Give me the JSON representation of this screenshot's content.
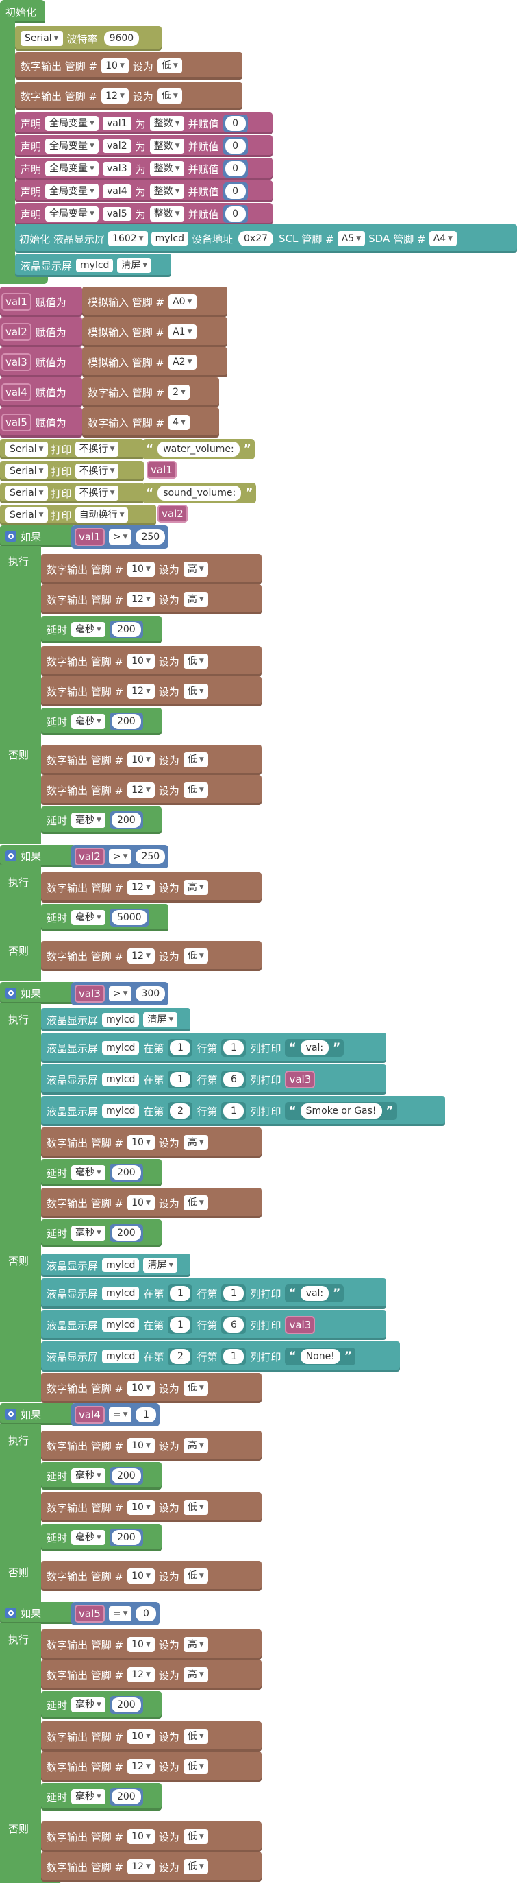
{
  "setup_title": "初始化",
  "serial": {
    "label": "Serial",
    "baud_label": "波特率",
    "baud": "9600"
  },
  "dout": {
    "label": "数字输出 管脚 #",
    "set": "设为"
  },
  "level": {
    "high": "高",
    "low": "低"
  },
  "pins": {
    "p10": "10",
    "p12": "12",
    "p2": "2",
    "p4": "4",
    "A0": "A0",
    "A1": "A1",
    "A2": "A2"
  },
  "declare": {
    "label": "声明",
    "scope": "全局变量",
    "as": "为",
    "type": "整数",
    "assign": "并赋值",
    "init": "0"
  },
  "vars": {
    "v1": "val1",
    "v2": "val2",
    "v3": "val3",
    "v4": "val4",
    "v5": "val5"
  },
  "lcd_init": {
    "init": "初始化",
    "lcd": "液晶显示屏",
    "model": "1602",
    "name": "mylcd",
    "addr_label": "设备地址",
    "addr": "0x27",
    "scl": "SCL",
    "pin_hash": "管脚 #",
    "scl_pin": "A5",
    "sda": "SDA",
    "sda_pin": "A4"
  },
  "lcd_clear": {
    "lcd": "液晶显示屏",
    "name": "mylcd",
    "clear": "清屏"
  },
  "assign": {
    "label": "赋值为",
    "ain": "模拟输入 管脚 #",
    "din": "数字输入 管脚 #"
  },
  "print": {
    "serial": "Serial",
    "print": "打印",
    "noline": "不换行",
    "autoline": "自动换行",
    "s1": "water_volume:",
    "s2": "sound_volume:"
  },
  "iflabels": {
    "if": "如果",
    "do": "执行",
    "else": "否则"
  },
  "ops": {
    "gt": ">",
    "eq": "="
  },
  "consts": {
    "c250": "250",
    "c300": "300",
    "c1": "1",
    "c0": "0"
  },
  "delay": {
    "label": "延时",
    "unit": "毫秒",
    "d200": "200",
    "d5000": "5000"
  },
  "lcdprint": {
    "at": "在第",
    "row": "行第",
    "col": "列打印",
    "r1": "1",
    "r2": "2",
    "c1": "1",
    "c6": "6",
    "s_val": "val:",
    "s_smoke": "Smoke or Gas!",
    "s_none": "None!"
  }
}
